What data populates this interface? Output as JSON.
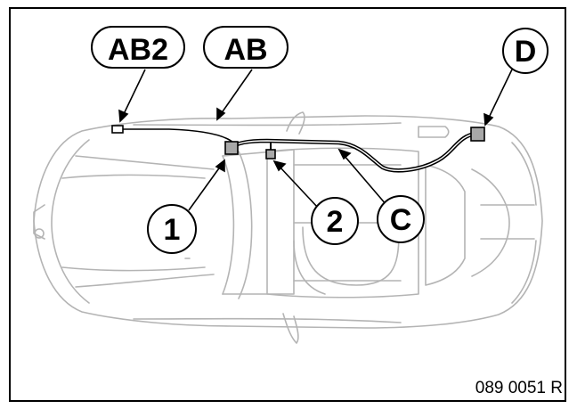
{
  "diagram": {
    "labels": {
      "ab2": "AB2",
      "ab": "AB",
      "d": "D",
      "one": "1",
      "two": "2",
      "c": "C"
    },
    "reference_code": "089 0051 R"
  },
  "colors": {
    "car_outline": "#b4b4b4",
    "cable": "#000000",
    "connector_fill": "#a8a8a8"
  }
}
